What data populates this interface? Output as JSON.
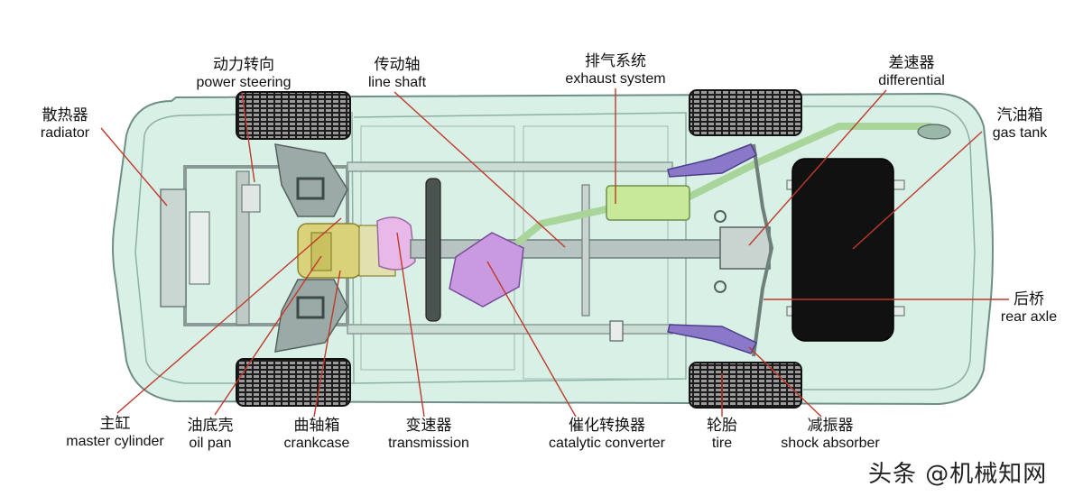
{
  "labels": {
    "power_steering": {
      "zh": "动力转向",
      "en": "power steering"
    },
    "line_shaft": {
      "zh": "传动轴",
      "en": "line shaft"
    },
    "exhaust_system": {
      "zh": "排气系统",
      "en": "exhaust system"
    },
    "differential": {
      "zh": "差速器",
      "en": "differential"
    },
    "radiator": {
      "zh": "散热器",
      "en": "radiator"
    },
    "gas_tank": {
      "zh": "汽油箱",
      "en": "gas tank"
    },
    "rear_axle": {
      "zh": "后桥",
      "en": "rear axle"
    },
    "master_cylinder": {
      "zh": "主缸",
      "en": "master cylinder"
    },
    "oil_pan": {
      "zh": "油底壳",
      "en": "oil pan"
    },
    "crankcase": {
      "zh": "曲轴箱",
      "en": "crankcase"
    },
    "transmission": {
      "zh": "变速器",
      "en": "transmission"
    },
    "catalytic_converter": {
      "zh": "催化转换器",
      "en": "catalytic converter"
    },
    "tire": {
      "zh": "轮胎",
      "en": "tire"
    },
    "shock_absorber": {
      "zh": "减振器",
      "en": "shock absorber"
    }
  },
  "watermark": "头条 @机械知网",
  "colors": {
    "body_fill": "#d8f0e6",
    "body_stroke": "#6f8f86",
    "leader_line": "#c0392b",
    "tire": "#1c1c1c",
    "engine_yellow": "#d9d27a",
    "transmission_pink": "#e8b8e8",
    "converter_purple": "#c89be0",
    "exhaust_green": "#c8e89a",
    "gas_tank": "#111111",
    "shock_purple": "#8a78c8"
  }
}
